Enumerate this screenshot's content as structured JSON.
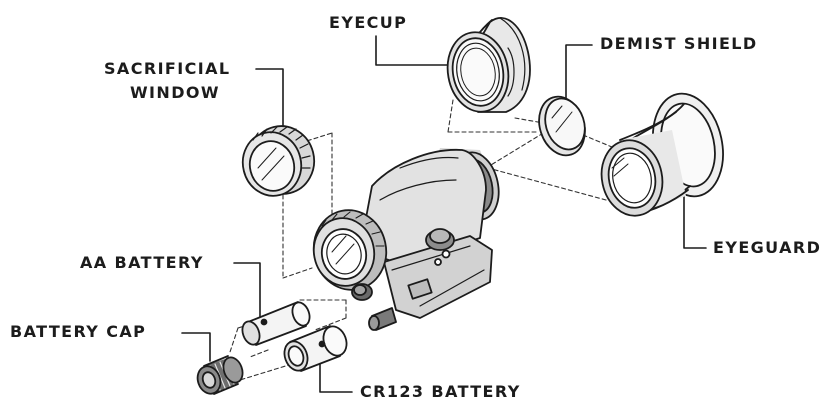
{
  "colors": {
    "ink": "#1c1c1c",
    "body_fill": "#e2e2e2",
    "light_fill": "#f0f0f0",
    "dark_fill": "#6a6a6a",
    "background": "#ffffff"
  },
  "labels": {
    "eyecup": "EYECUP",
    "demist_shield": "DEMIST SHIELD",
    "sacrificial_line1": "SACRIFICIAL",
    "sacrificial_line2": "WINDOW",
    "aa_battery": "AA BATTERY",
    "eyeguard": "EYEGUARD",
    "battery_cap": "BATTERY CAP",
    "cr123_battery": "CR123 BATTERY"
  },
  "parts": [
    {
      "name": "night-vision-monocular",
      "icon": "monocular-icon"
    },
    {
      "name": "eyecup",
      "icon": "eyecup-icon"
    },
    {
      "name": "demist-shield",
      "icon": "lens-disc-icon"
    },
    {
      "name": "eyeguard",
      "icon": "eyeguard-icon"
    },
    {
      "name": "sacrificial-window",
      "icon": "lens-cap-icon"
    },
    {
      "name": "aa-battery",
      "icon": "battery-icon"
    },
    {
      "name": "cr123-battery",
      "icon": "battery-icon"
    },
    {
      "name": "battery-cap",
      "icon": "threaded-cap-icon"
    }
  ]
}
